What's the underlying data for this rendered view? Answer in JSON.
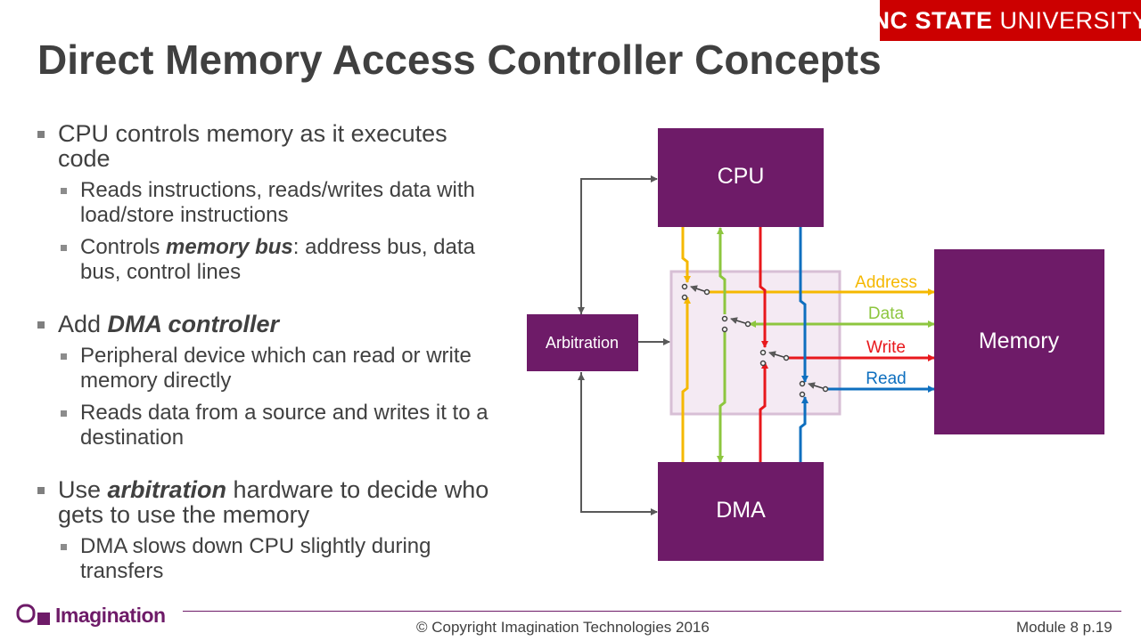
{
  "badge": {
    "strong": "NC STATE",
    "rest": "UNIVERSITY"
  },
  "title": "Direct Memory Access Controller Concepts",
  "bullets": [
    {
      "pre": "CPU controls memory as it executes code",
      "em": "",
      "post": "",
      "subs": [
        {
          "pre": "Reads instructions, reads/writes data with load/store instructions",
          "em": "",
          "post": ""
        },
        {
          "pre": "Controls ",
          "em": "memory bus",
          "post": ": address bus, data bus, control lines"
        }
      ]
    },
    {
      "pre": "Add ",
      "em": "DMA controller",
      "post": "",
      "subs": [
        {
          "pre": "Peripheral device which can read or write memory directly",
          "em": "",
          "post": ""
        },
        {
          "pre": "Reads data from a source and writes it to a destination",
          "em": "",
          "post": ""
        }
      ]
    },
    {
      "pre": "Use ",
      "em": "arbitration",
      "post": " hardware to decide who gets to use the memory",
      "subs": [
        {
          "pre": "DMA slows down CPU slightly during transfers",
          "em": "",
          "post": ""
        }
      ]
    }
  ],
  "diagram": {
    "cpu": "CPU",
    "dma": "DMA",
    "memory": "Memory",
    "arbitration": "Arbitration",
    "signals": {
      "address": "Address",
      "data": "Data",
      "write": "Write",
      "read": "Read"
    },
    "colors": {
      "block": "#6e1b68",
      "address": "#f5b800",
      "data": "#8dc63f",
      "write": "#e8181c",
      "read": "#0e6fbf",
      "control": "#595959",
      "mux_fill": "#f4eaf3",
      "mux_border": "#d7bfd5"
    }
  },
  "footer": {
    "copyright": "© Copyright Imagination Technologies 2016",
    "page": "Module 8 p.19",
    "logo": "Imagination"
  }
}
